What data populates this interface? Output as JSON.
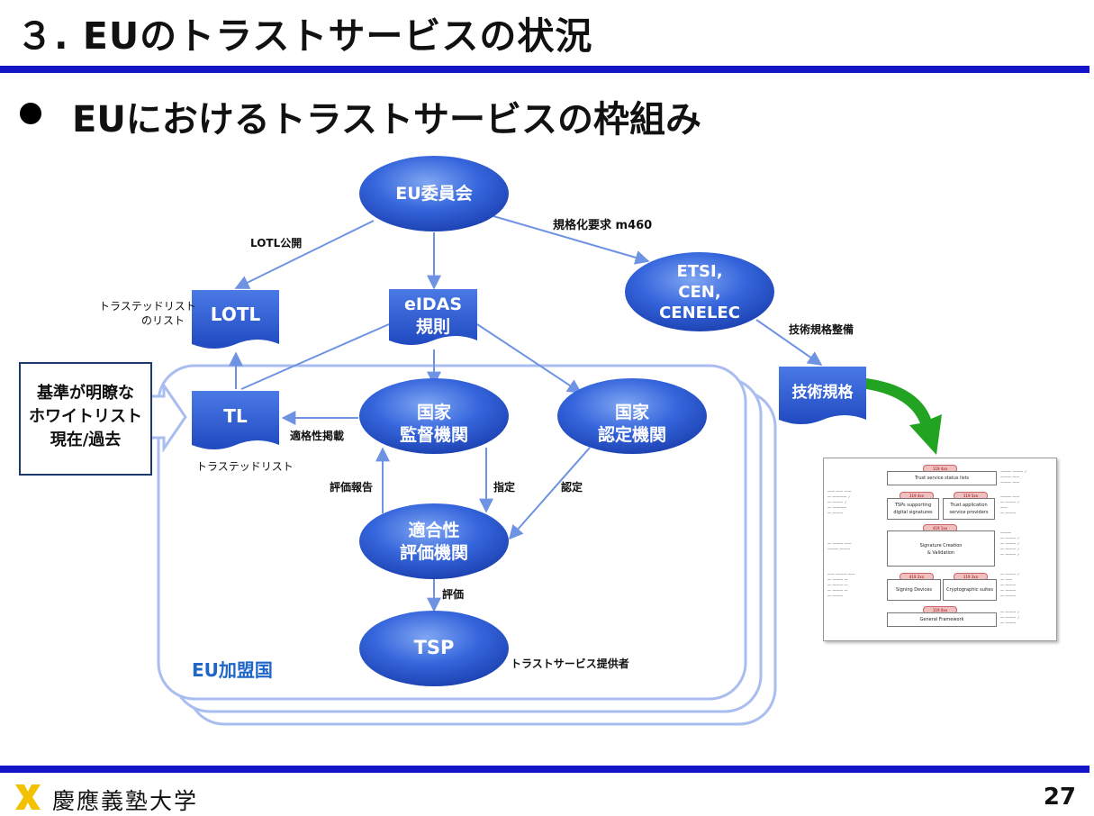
{
  "header": {
    "title": "３. EUのトラストサービスの状況"
  },
  "subheader": {
    "title": "EUにおけるトラストサービスの枠組み"
  },
  "nodes": {
    "eu_commission": "EU委員会",
    "etsi": [
      "ETSI,",
      "CEN,",
      "CENELEC"
    ],
    "lotl": "LOTL",
    "eidas": [
      "eIDAS",
      "規則"
    ],
    "tl": "TL",
    "national_supervisory": [
      "国家",
      "監督機関"
    ],
    "national_accreditation": [
      "国家",
      "認定機関"
    ],
    "conformity_assessment": [
      "適合性",
      "評価機関"
    ],
    "tsp": "TSP",
    "technical_standards": "技術規格"
  },
  "edge_labels": {
    "lotl_publish": "LOTL公開",
    "standardization_request": "規格化要求 m460",
    "technical_standards_dev": "技術規格整備",
    "compliance_listing": "適格性掲載",
    "assessment_report": "評価報告",
    "designation": "指定",
    "accreditation": "認定",
    "assessment": "評価"
  },
  "annotations": {
    "lotl_desc": [
      "トラステッドリスト",
      "のリスト"
    ],
    "tl_desc": "トラステッドリスト",
    "tsp_desc": "トラストサービス提供者",
    "eu_member_states": "EU加盟国"
  },
  "whitelist_callout": [
    "基準が明瞭な",
    "ホワイトリスト",
    "現在/過去"
  ],
  "standards_figure": {
    "top_pill": "119 4xx",
    "top_box": "Trust service status lists",
    "left_pill": "319 4xx",
    "left_box": [
      "TSPs supporting",
      "digital signatures"
    ],
    "right_pill": "319 5xx",
    "right_box": [
      "Trust application",
      "service providers"
    ],
    "mid_pill": "419 1xx",
    "mid_box": [
      "Signature Creation",
      "& Validation"
    ],
    "dev_pill": "419 2xx",
    "dev_box": "Signing Devices",
    "crypto_pill": "119 3xx",
    "crypto_box": "Cryptographic suites",
    "gen_pill": "119 0xx",
    "gen_box": "General Framework"
  },
  "footer": {
    "university": "慶應義塾大学",
    "page": "27"
  },
  "colors": {
    "rule": "#1414c8",
    "node": "#2f5fd6",
    "arrow": "#6f93e3",
    "green_arrow": "#22a322",
    "eu_member_text": "#1f66c8"
  }
}
